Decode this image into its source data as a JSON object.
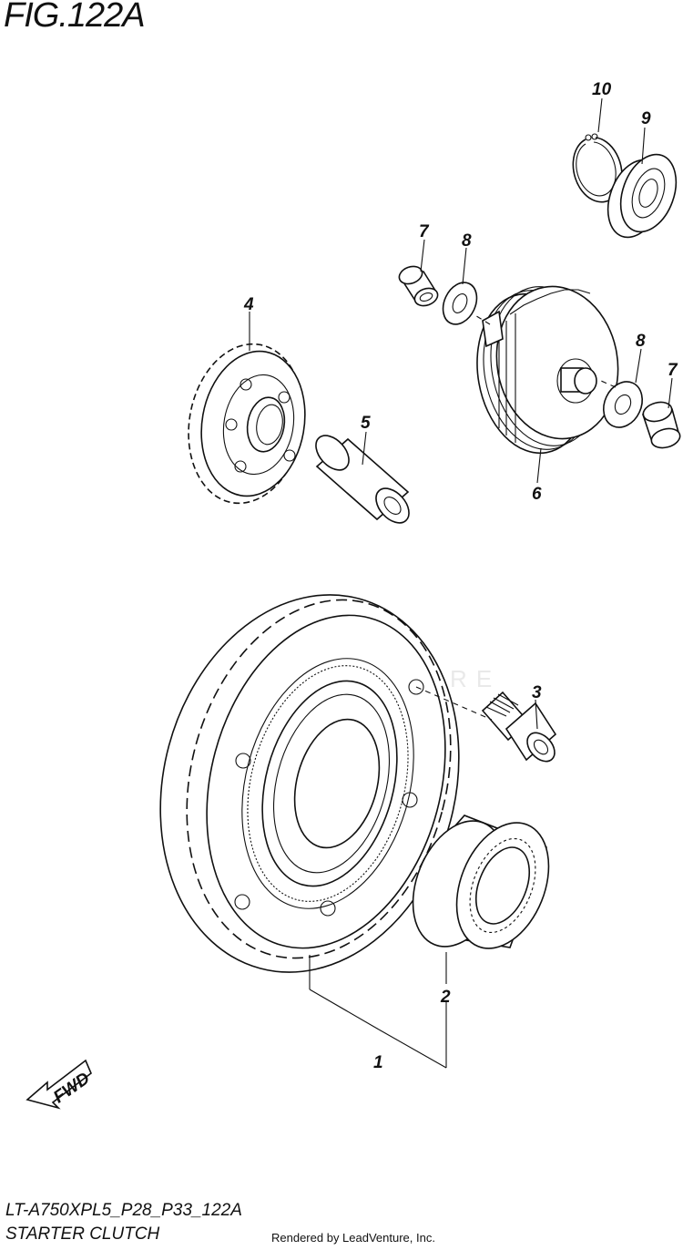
{
  "figure": {
    "title": "FIG.122A",
    "model_code": "LT-A750XPL5_P28_P33_122A",
    "section_title": "STARTER CLUTCH",
    "credit": "Rendered by LeadVenture, Inc.",
    "watermark": "LEADVENTURE",
    "direction_label": "FWD"
  },
  "callouts": [
    "1",
    "2",
    "3",
    "4",
    "5",
    "6",
    "7",
    "8",
    "9",
    "10",
    "8",
    "7"
  ]
}
